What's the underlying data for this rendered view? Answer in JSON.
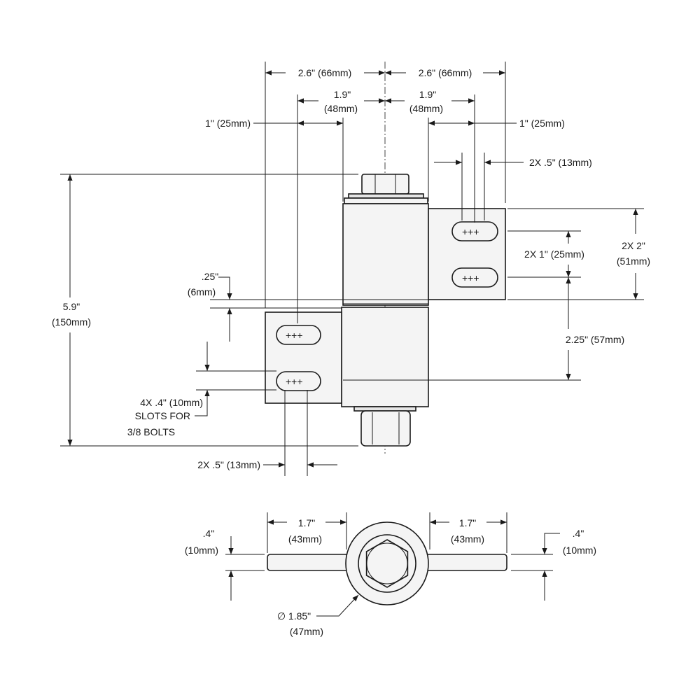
{
  "dimensions": {
    "top_left_width": "2.6\" (66mm)",
    "top_right_width": "2.6\" (66mm)",
    "left_slot_offset_in": "1.9\"",
    "left_slot_offset_mm": "(48mm)",
    "right_slot_offset_in": "1.9\"",
    "right_slot_offset_mm": "(48mm)",
    "left_leaf_1in": "1\" (25mm)",
    "right_leaf_1in": "1\" (25mm)",
    "right_slot_width": "2X .5\" (13mm)",
    "right_leaf_height_in": "2X 2\"",
    "right_leaf_height_mm": "(51mm)",
    "right_slot_pitch": "2X 1\" (25mm)",
    "lower_offset": "2.25\" (57mm)",
    "overall_height_in": "5.9\"",
    "overall_height_mm": "(150mm)",
    "gap_in": ".25\"",
    "gap_mm": "(6mm)",
    "slot_note_1": "4X .4\" (10mm)",
    "slot_note_2": "SLOTS FOR",
    "slot_note_3": "3/8 BOLTS",
    "left_slot_width": "2X .5\" (13mm)",
    "plan_left_leaf_in": "1.7\"",
    "plan_left_leaf_mm": "(43mm)",
    "plan_right_leaf_in": "1.7\"",
    "plan_right_leaf_mm": "(43mm)",
    "plan_left_thick_in": ".4\"",
    "plan_left_thick_mm": "(10mm)",
    "plan_right_thick_in": ".4\"",
    "plan_right_thick_mm": "(10mm)",
    "barrel_diameter_in": "∅ 1.85\"",
    "barrel_diameter_mm": "(47mm)"
  }
}
